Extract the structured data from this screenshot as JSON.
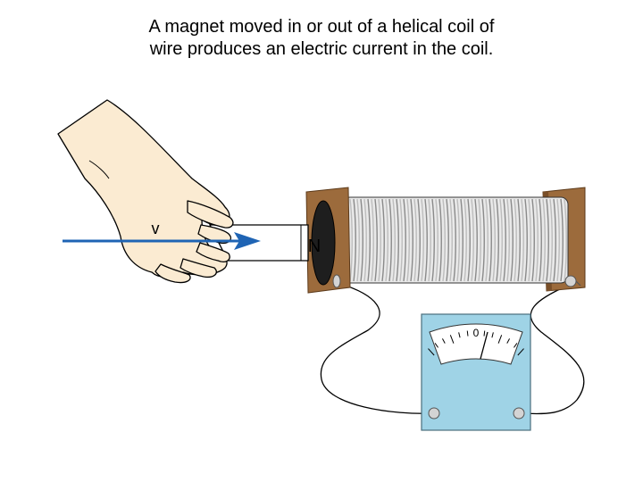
{
  "caption": {
    "line1": "A magnet moved in or out of a helical coil of",
    "line2": "wire produces an electric current in the coil."
  },
  "labels": {
    "velocity": "v",
    "magnet_pole": "N",
    "meter_zero": "0"
  },
  "colors": {
    "arrow": "#1f64b4",
    "wood": "#9c6b3c",
    "meter_case": "#9fd3e6",
    "coil_wire": "#9a9a9a",
    "skin": "#fbebd2"
  }
}
